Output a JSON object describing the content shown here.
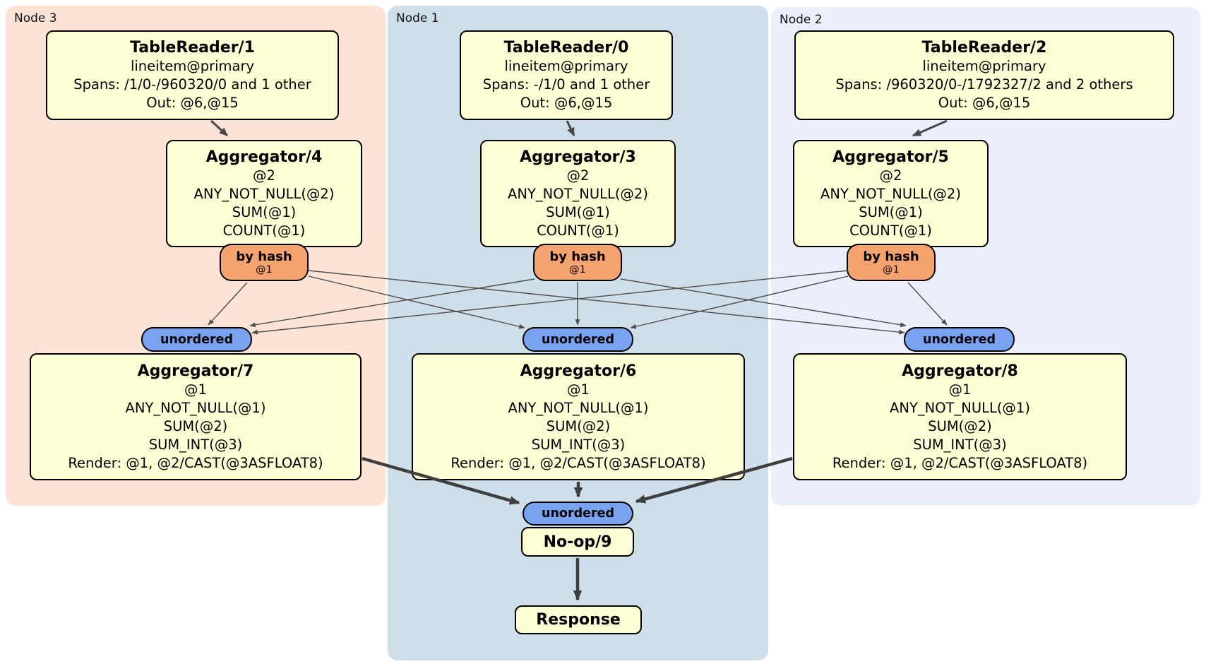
{
  "groups": {
    "node3": {
      "label": "Node 3"
    },
    "node1": {
      "label": "Node 1"
    },
    "node2": {
      "label": "Node 2"
    }
  },
  "processors": {
    "tr1": {
      "title": "TableReader/1",
      "lines": [
        "lineitem@primary",
        "Spans: /1/0-/960320/0 and 1 other",
        "Out: @6,@15"
      ]
    },
    "tr0": {
      "title": "TableReader/0",
      "lines": [
        "lineitem@primary",
        "Spans: -/1/0 and 1 other",
        "Out: @6,@15"
      ]
    },
    "tr2": {
      "title": "TableReader/2",
      "lines": [
        "lineitem@primary",
        "Spans: /960320/0-/1792327/2 and 2 others",
        "Out: @6,@15"
      ]
    },
    "agg4": {
      "title": "Aggregator/4",
      "lines": [
        "@2",
        "ANY_NOT_NULL(@2)",
        "SUM(@1)",
        "COUNT(@1)"
      ]
    },
    "agg3": {
      "title": "Aggregator/3",
      "lines": [
        "@2",
        "ANY_NOT_NULL(@2)",
        "SUM(@1)",
        "COUNT(@1)"
      ]
    },
    "agg5": {
      "title": "Aggregator/5",
      "lines": [
        "@2",
        "ANY_NOT_NULL(@2)",
        "SUM(@1)",
        "COUNT(@1)"
      ]
    },
    "agg7": {
      "title": "Aggregator/7",
      "lines": [
        "@1",
        "ANY_NOT_NULL(@1)",
        "SUM(@2)",
        "SUM_INT(@3)",
        "Render: @1, @2/CAST(@3ASFLOAT8)"
      ]
    },
    "agg6": {
      "title": "Aggregator/6",
      "lines": [
        "@1",
        "ANY_NOT_NULL(@1)",
        "SUM(@2)",
        "SUM_INT(@3)",
        "Render: @1, @2/CAST(@3ASFLOAT8)"
      ]
    },
    "agg8": {
      "title": "Aggregator/8",
      "lines": [
        "@1",
        "ANY_NOT_NULL(@1)",
        "SUM(@2)",
        "SUM_INT(@3)",
        "Render: @1, @2/CAST(@3ASFLOAT8)"
      ]
    },
    "noop": {
      "title": "No-op/9"
    },
    "response": {
      "title": "Response"
    }
  },
  "routers": {
    "hash4": {
      "label": "by hash",
      "detail": "@1"
    },
    "hash3": {
      "label": "by hash",
      "detail": "@1"
    },
    "hash5": {
      "label": "by hash",
      "detail": "@1"
    }
  },
  "streams": {
    "unordered7": {
      "label": "unordered"
    },
    "unordered6": {
      "label": "unordered"
    },
    "unordered8": {
      "label": "unordered"
    },
    "unordered9": {
      "label": "unordered"
    }
  },
  "palette": {
    "node3_bg": "#fce3d5",
    "node1_bg": "#cfdfe9",
    "node2_bg": "#eaeffa",
    "box_bg": "#ffffd6",
    "box_border": "#000000",
    "hash_badge_bg": "#f5a470",
    "stream_badge_bg": "#79a3f0",
    "edge_thin": "#4d4d4d",
    "edge_thick": "#3f3f3f"
  }
}
